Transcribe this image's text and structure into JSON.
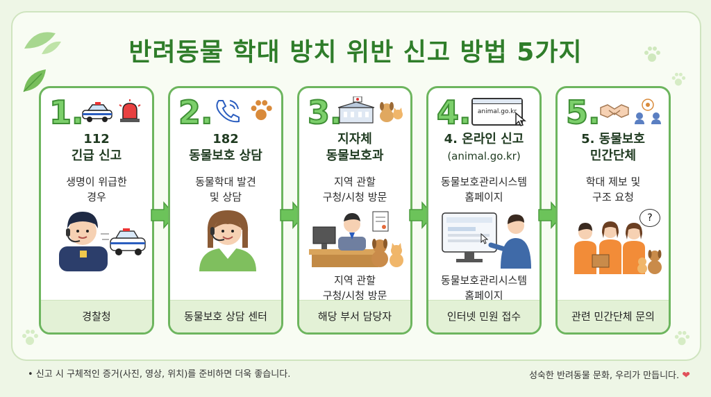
{
  "title": "반려동물 학대 방치 위반 신고 방법 5가지",
  "steps": [
    {
      "num": "1.",
      "heading_lines": [
        "112",
        "긴급 신고"
      ],
      "sub_lines": [
        "생명이 위급한",
        "경우"
      ],
      "footer": "경찰청",
      "icons": [
        "police-car-icon",
        "siren-icon"
      ]
    },
    {
      "num": "2.",
      "heading_lines": [
        "182",
        "동물보호 상담"
      ],
      "sub_lines": [
        "동물학대 발견",
        "및 상담"
      ],
      "footer": "동물보호 상담 센터",
      "icons": [
        "phone-icon",
        "paw-icon"
      ]
    },
    {
      "num": "3.",
      "heading_lines": [
        "지자체",
        "동물보호과"
      ],
      "sub_lines": [
        "지역 관할",
        "구청/시청 방문"
      ],
      "extra_lines": [
        "지역 관할",
        "구청/시청 방문"
      ],
      "footer": "해당 부서 담당자",
      "icons": [
        "city-hall-icon",
        "pets-icon"
      ]
    },
    {
      "num": "4.",
      "heading_lines": [
        "4. 온라인 신고",
        "(animal.go.kr)"
      ],
      "sub_lines": [
        "동물보호관리시스템",
        "홈페이지"
      ],
      "extra_lines": [
        "동물보호관리시스템",
        "홈페이지"
      ],
      "browser_url": "animal.go.kr",
      "footer": "인터넷 민원 접수",
      "icons": [
        "browser-icon",
        "cursor-icon"
      ]
    },
    {
      "num": "5.",
      "heading_lines": [
        "5. 동물보호",
        "민간단체"
      ],
      "sub_lines": [
        "학대 제보 및",
        "구조 요청"
      ],
      "footer": "관련 민간단체 문의",
      "icons": [
        "handshake-icon",
        "community-icon"
      ]
    }
  ],
  "bubble_text": "?",
  "note": "• 신고 시 구체적인 증거(사진, 영상, 위치)를 준비하면 더욱 좋습니다.",
  "slogan": "성숙한 반려동물 문화, 우리가 만듭니다.",
  "colors": {
    "brand_green": "#2f7d2a",
    "card_border": "#6db55e",
    "footer_bg": "#e3f1d6",
    "arrow": "#6cc35a",
    "heart": "#e0505a"
  }
}
